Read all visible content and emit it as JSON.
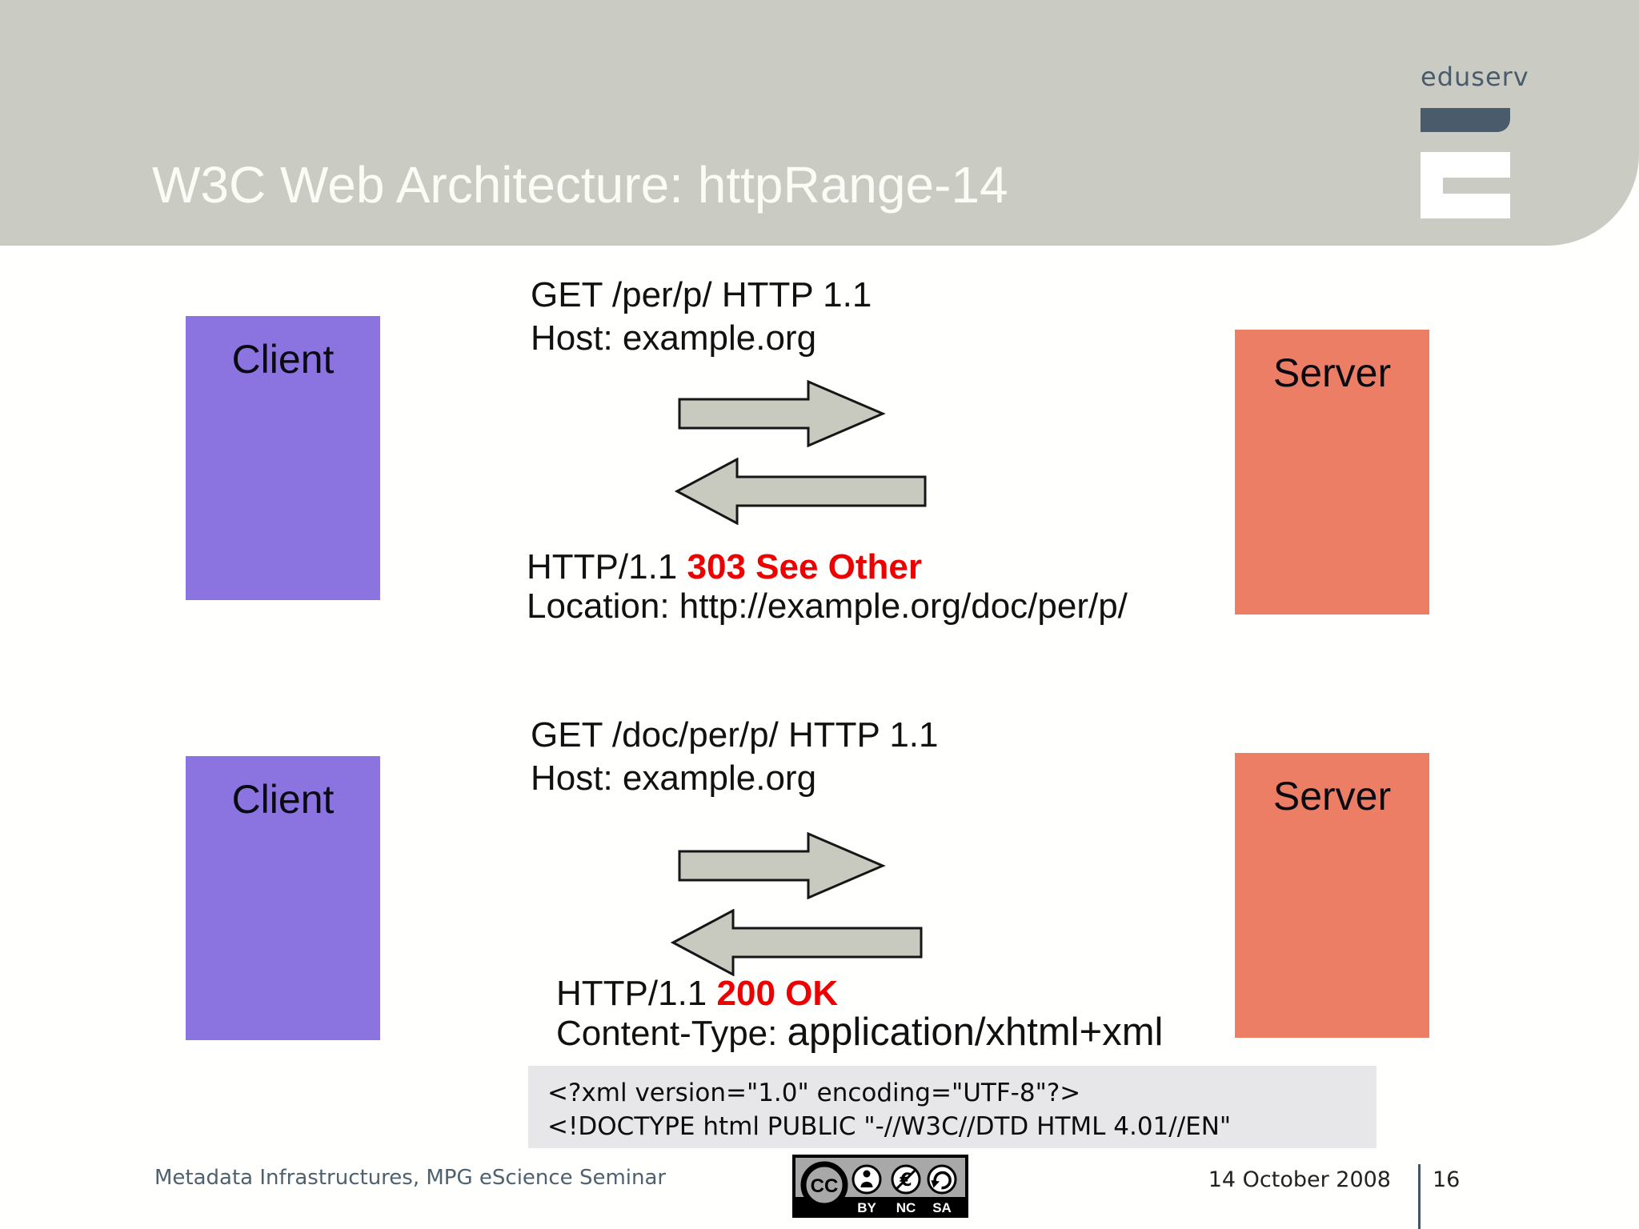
{
  "header": {
    "title": "W3C Web Architecture: httpRange-14",
    "brand": "eduserv"
  },
  "diagram": {
    "row1": {
      "client_label": "Client",
      "server_label": "Server",
      "request": {
        "line1": "GET /per/p/ HTTP 1.1",
        "line2": "Host: example.org"
      },
      "response": {
        "prefix": "HTTP/1.1 ",
        "status": "303 See Other",
        "line2": "Location: http://example.org/doc/per/p/"
      }
    },
    "row2": {
      "client_label": "Client",
      "server_label": "Server",
      "request": {
        "line1": "GET /doc/per/p/ HTTP 1.1",
        "line2": "Host: example.org"
      },
      "response": {
        "prefix": "HTTP/1.1 ",
        "status": "200 OK",
        "line2_label": "Content-Type: ",
        "line2_value": "application/xhtml+xml"
      }
    },
    "code_box": {
      "line1": "<?xml version=\"1.0\" encoding=\"UTF-8\"?>",
      "line2": "<!DOCTYPE html PUBLIC \"-//W3C//DTD HTML 4.01//EN\""
    }
  },
  "footer": {
    "left": "Metadata Infrastructures, MPG eScience Seminar",
    "date": "14 October 2008",
    "page": "16",
    "license": {
      "cc": "CC",
      "by": "BY",
      "nc": "NC",
      "sa": "SA"
    }
  },
  "colors": {
    "header_gray": "#cacbc3",
    "client_purple": "#8b74e0",
    "server_salmon": "#ec7e66",
    "arrow_gray": "#c9cabf",
    "status_red": "#ee0000",
    "eduserv_slate": "#4a5b6c",
    "code_box_gray": "#e7e7e9",
    "footer_text_slate": "#4e6170"
  }
}
